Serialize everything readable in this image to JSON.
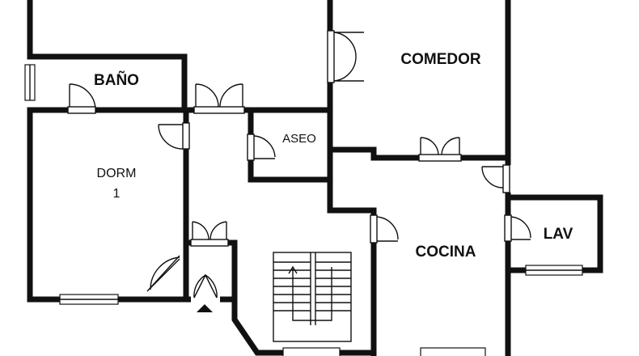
{
  "plan": {
    "rooms": {
      "comedor": "COMEDOR",
      "bano": "BAÑO",
      "aseo": "ASEO",
      "dorm_line1": "DORM",
      "dorm_line2": "1",
      "cocina": "COCINA",
      "lav": "LAV"
    }
  }
}
